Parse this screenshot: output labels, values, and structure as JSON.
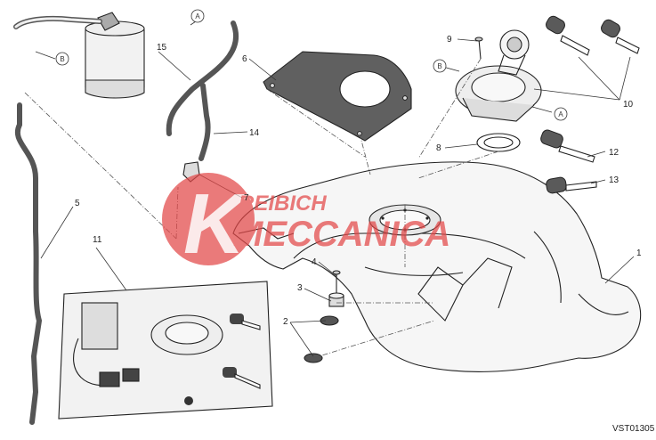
{
  "diagram": {
    "callouts": [
      "1",
      "2",
      "3",
      "4",
      "5",
      "6",
      "7",
      "8",
      "9",
      "10",
      "11",
      "12",
      "13",
      "14",
      "15"
    ],
    "circle_labels": {
      "a_top": "A",
      "a_right": "A",
      "b_left": "B",
      "b_mid": "B"
    },
    "watermark": {
      "line1": "REIBICH",
      "line2": "MECCANICA",
      "logo_letter": "K"
    },
    "code": "VST01305",
    "colors": {
      "watermark_red": "#e34848",
      "hose": "#555555",
      "cover": "#606060",
      "tank_fill": "#f6f6f6",
      "inset_fill": "#f2f2f2"
    }
  }
}
